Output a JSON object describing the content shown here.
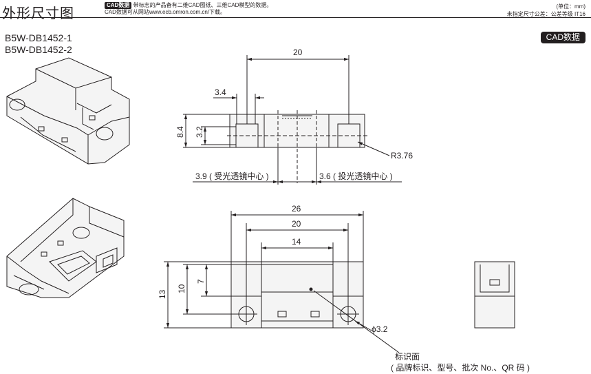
{
  "header": {
    "title": "外形尺寸图",
    "cad_badge_small": "CAD数据",
    "note_line1": "带标志的产品备有二维CAD图纸、三维CAD模型的数据。",
    "note_line2": "CAD数据可从网站www.ecb.omron.com.cn/下载。",
    "unit": "(单位：mm)",
    "tolerance": "未指定尺寸公差：公差等级 IT16"
  },
  "cad_badge": "CAD数据",
  "models": [
    "B5W-DB1452-1",
    "B5W-DB1452-2"
  ],
  "top_view": {
    "dim_20": "20",
    "dim_3_4": "3.4",
    "dim_8_4": "8.4",
    "dim_3_2": "3.2",
    "radius": "R3.76",
    "left_center": "3.9 ( 受光透镜中心 )",
    "right_center": "3.6 ( 投光透镜中心 )"
  },
  "front_view": {
    "dim_26": "26",
    "dim_20": "20",
    "dim_14": "14",
    "dim_13": "13",
    "dim_10": "10",
    "dim_7": "7",
    "hole": "ϕ3.2",
    "label_title": "标识面",
    "label_detail": "( 品牌标识、型号、批次 No.、QR 码 )"
  }
}
